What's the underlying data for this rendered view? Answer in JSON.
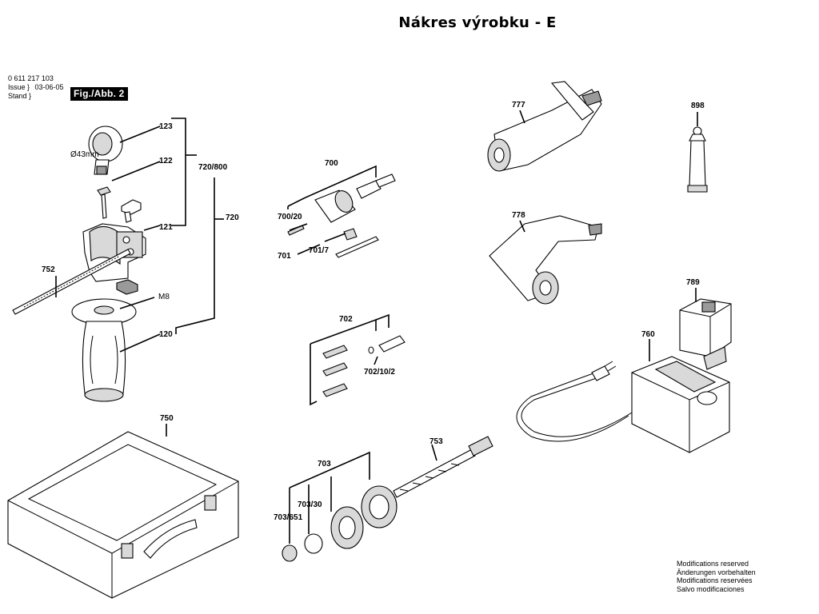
{
  "page": {
    "title": "Nákres výrobku - E"
  },
  "meta": {
    "part_number": "0 611 217 103",
    "issue_label": "Issue",
    "stand_label": "Stand",
    "date": "03-06-05",
    "figure_badge": "Fig./Abb. 2"
  },
  "labels": {
    "l123": "123",
    "l122": "122",
    "l121": "121",
    "l120": "120",
    "l720_800": "720/800",
    "l720": "720",
    "l752": "752",
    "lM8": "M8",
    "ldia": "Ø43mm",
    "l700": "700",
    "l700_20": "700/20",
    "l701": "701",
    "l701_7": "701/7",
    "l702": "702",
    "l702_10_2": "702/10/2",
    "l703": "703",
    "l703_30": "703/30",
    "l703_651": "703/651",
    "l753": "753",
    "l750": "750",
    "l777": "777",
    "l778": "778",
    "l898": "898",
    "l789": "789",
    "l760": "760"
  },
  "notes": [
    "Modifications reserved",
    "Änderungen vorbehalten",
    "Modifications reservées",
    "Salvo modificaciones"
  ]
}
